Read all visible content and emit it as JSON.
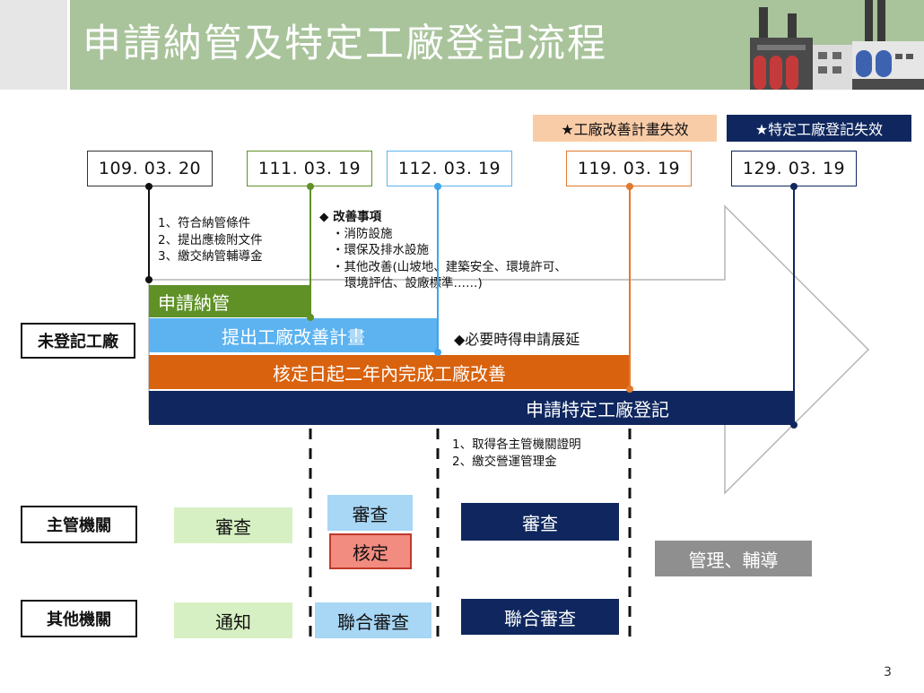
{
  "title": "申請納管及特定工廠登記流程",
  "dates": [
    "109. 03. 20",
    "111. 03. 19",
    "112. 03. 19",
    "119. 03. 19",
    "129. 03. 19"
  ],
  "flags": {
    "improvement_invalid": "★工廠改善計畫失效",
    "registration_invalid": "★特定工廠登記失效"
  },
  "notes": {
    "conditions": [
      "1、符合納管條件",
      "2、提出應檢附文件",
      "3、繳交納管輔導金"
    ],
    "improvement_title": "◆ 改善事項",
    "improvement_items": [
      "・消防設施",
      "・環保及排水設施",
      "・其他改善(山坡地、建築安全、環境許可、",
      "環境評估、設廠標準……)"
    ],
    "extension": "◆必要時得申請展延",
    "registration_reqs": [
      "1、取得各主管機關證明",
      "2、繳交營運管理金"
    ]
  },
  "bars": {
    "apply_management": "申請納管",
    "submit_plan": "提出工廠改善計畫",
    "complete_improvement": "核定日起二年內完成工廠改善",
    "apply_registration": "申請特定工廠登記"
  },
  "rows": {
    "unregistered": "未登記工廠",
    "authority": "主管機關",
    "other_agency": "其他機關"
  },
  "authority_boxes": {
    "review1": "審查",
    "review2": "審查",
    "approve": "核定",
    "review3": "審查",
    "manage": "管理、輔導"
  },
  "other_boxes": {
    "notify": "通知",
    "joint_review1": "聯合審查",
    "joint_review2": "聯合審查"
  },
  "page_number": "3",
  "colors": {
    "header": "#a9c49b",
    "green": "#5f9127",
    "light_blue": "#5cb3f0",
    "orange": "#d9620e",
    "navy": "#0f275e",
    "pale_green": "#d7f0c3",
    "gray": "#8f8f8f",
    "red_fill": "#f28b80",
    "red_border": "#c0392b"
  }
}
